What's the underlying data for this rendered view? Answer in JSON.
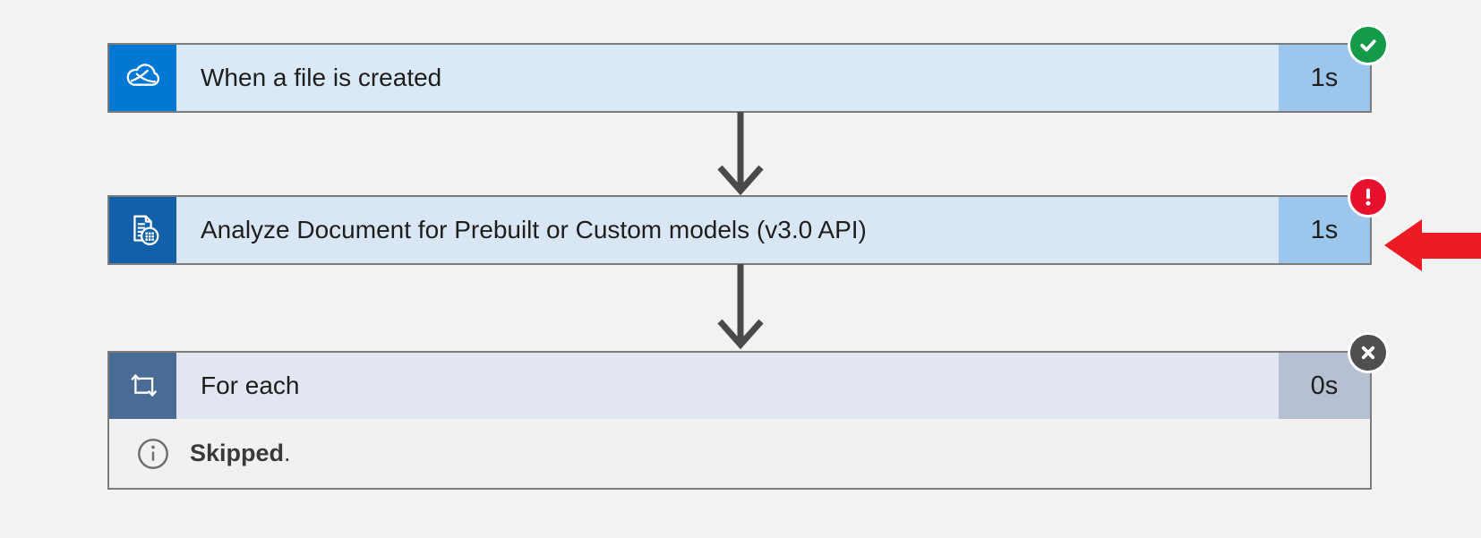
{
  "flow": {
    "steps": [
      {
        "title": "When a file is created",
        "duration": "1s",
        "status": "succeeded",
        "icon": "onedrive",
        "badge": "success-check"
      },
      {
        "title": "Analyze Document for Prebuilt or Custom models (v3.0 API)",
        "duration": "1s",
        "status": "failed",
        "icon": "ai-document",
        "badge": "error-exclamation"
      },
      {
        "title": "For each",
        "duration": "0s",
        "status": "skipped",
        "icon": "for-each-loop",
        "badge": "cancelled-x",
        "status_message": {
          "bold": "Skipped",
          "suffix": "."
        }
      }
    ],
    "annotation": {
      "shape": "red-arrow-pointing-left",
      "target": "failed step duration"
    }
  },
  "colors": {
    "page_background": "#F2F2F2",
    "card_border": "#7C7C7C",
    "onedrive_icon_bg": "#0078D4",
    "ai_document_icon_bg": "#1160A9",
    "foreach_icon_bg": "#4A6B94",
    "step1_body": "#D9E9F8",
    "step2_body": "#D9E7F4",
    "step3_body": "#E2E6F0",
    "duration_blue": "#9CC6EB",
    "duration_gray": "#B5C0D2",
    "status_section_bg": "#F2F1EF",
    "success_green": "#149A48",
    "error_red": "#E8112D",
    "cancelled_gray": "#4F4F4F",
    "annotation_red": "#EC1B23",
    "connector_arrow": "#4A4A4A",
    "text": "#1F1E1D"
  }
}
